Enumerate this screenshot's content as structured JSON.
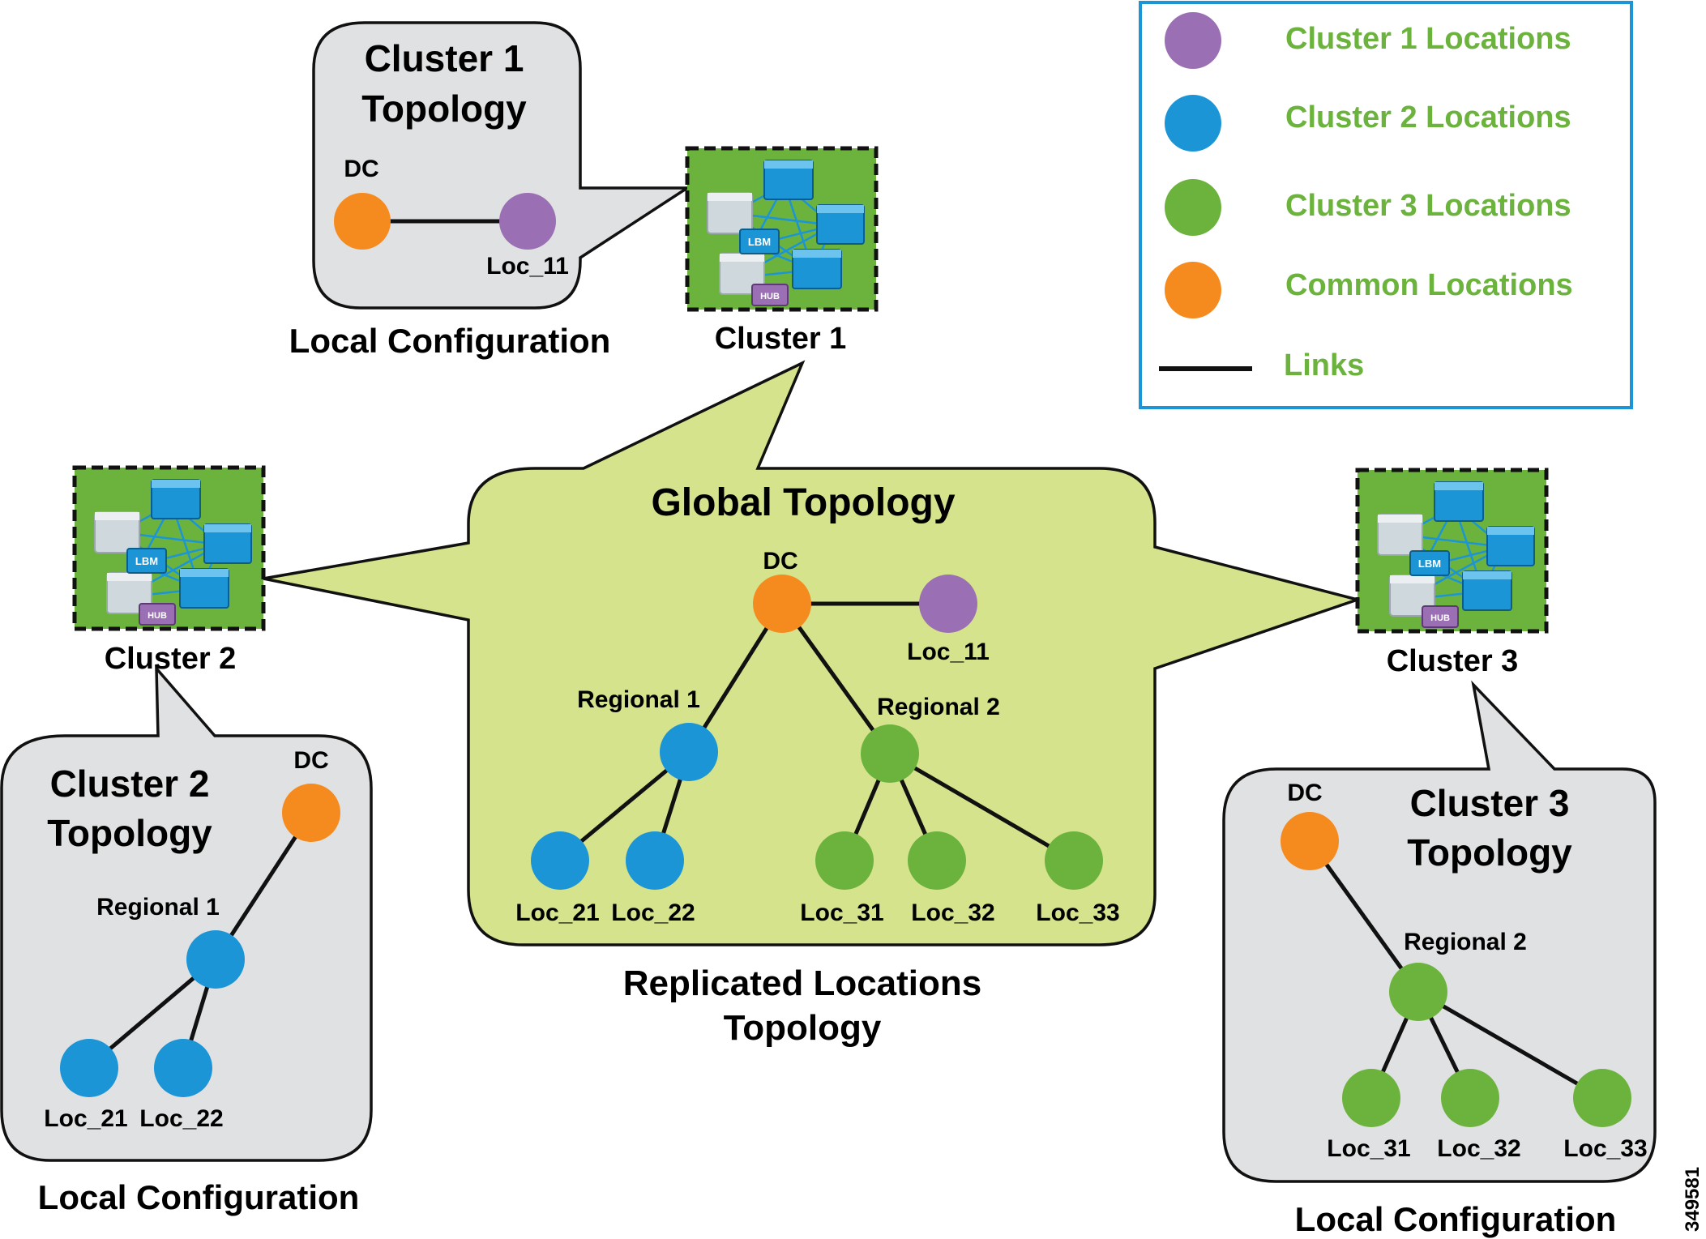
{
  "colors": {
    "cluster1": "#9b6fb4",
    "cluster2": "#1b95d6",
    "cluster3": "#6cb33e",
    "common": "#f58b1f",
    "legend_text": "#6cb33e",
    "legend_border": "#1b95d6",
    "bubble_gray": "#e0e1e2",
    "bubble_green": "#d4e38c",
    "cluster_bg": "#6cb33e"
  },
  "legend": {
    "items": [
      {
        "label": "Cluster 1 Locations",
        "color": "#9b6fb4"
      },
      {
        "label": "Cluster 2 Locations",
        "color": "#1b95d6"
      },
      {
        "label": "Cluster 3 Locations",
        "color": "#6cb33e"
      },
      {
        "label": "Common Locations",
        "color": "#f58b1f"
      }
    ],
    "links_label": "Links"
  },
  "clusters": {
    "c1": {
      "label": "Cluster 1",
      "lbm": "LBM",
      "hub": "HUB"
    },
    "c2": {
      "label": "Cluster 2",
      "lbm": "LBM",
      "hub": "HUB"
    },
    "c3": {
      "label": "Cluster 3",
      "lbm": "LBM",
      "hub": "HUB"
    }
  },
  "c1_topology": {
    "title_line1": "Cluster 1",
    "title_line2": "Topology",
    "dc": "DC",
    "loc_11": "Loc_11",
    "caption": "Local Configuration"
  },
  "c2_topology": {
    "title_line1": "Cluster 2",
    "title_line2": "Topology",
    "dc": "DC",
    "regional_1": "Regional 1",
    "loc_21": "Loc_21",
    "loc_22": "Loc_22",
    "caption": "Local Configuration"
  },
  "c3_topology": {
    "title_line1": "Cluster 3",
    "title_line2": "Topology",
    "dc": "DC",
    "regional_2": "Regional 2",
    "loc_31": "Loc_31",
    "loc_32": "Loc_32",
    "loc_33": "Loc_33",
    "caption": "Local Configuration"
  },
  "global_topology": {
    "title": "Global Topology",
    "dc": "DC",
    "loc_11": "Loc_11",
    "regional_1": "Regional 1",
    "regional_2": "Regional 2",
    "loc_21": "Loc_21",
    "loc_22": "Loc_22",
    "loc_31": "Loc_31",
    "loc_32": "Loc_32",
    "loc_33": "Loc_33",
    "caption_line1": "Replicated Locations",
    "caption_line2": "Topology"
  },
  "figure_id": "349581"
}
